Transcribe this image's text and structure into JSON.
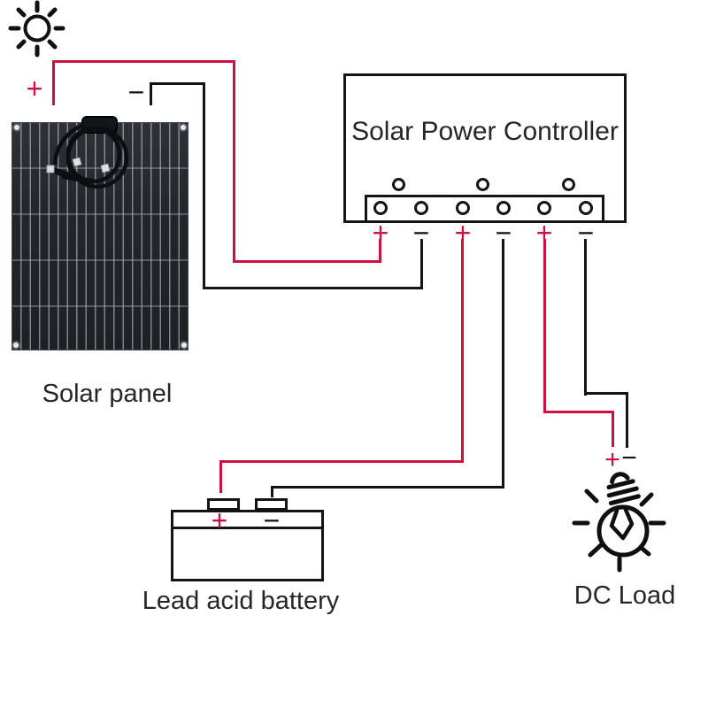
{
  "colors": {
    "wire_positive": "#CE1040",
    "wire_negative": "#141414",
    "panel_body": "#22252B",
    "text": "#262626"
  },
  "panel": {
    "label": "Solar panel",
    "plus": "+",
    "minus": "−"
  },
  "controller": {
    "title": "Solar Power Controller",
    "terminals": [
      "+",
      "−",
      "+",
      "−",
      "+",
      "−"
    ]
  },
  "battery": {
    "label": "Lead acid battery",
    "plus": "+",
    "minus": "−"
  },
  "load": {
    "label": "DC Load",
    "plus": "+",
    "minus": "−"
  }
}
